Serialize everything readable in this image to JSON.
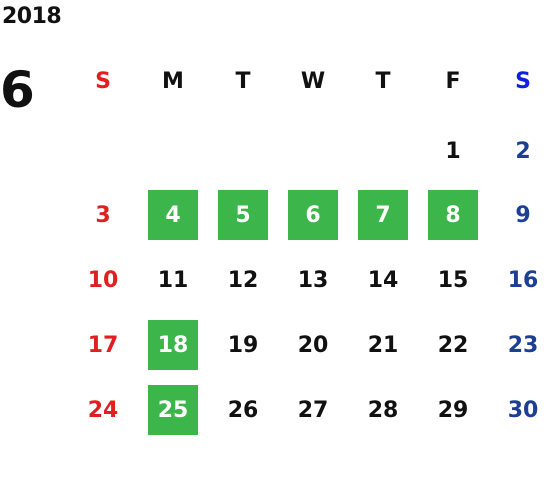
{
  "calendar": {
    "year": "2018",
    "month": "6",
    "weekdays": [
      "S",
      "M",
      "T",
      "W",
      "T",
      "F",
      "S"
    ],
    "weeks": [
      [
        "",
        "",
        "",
        "",
        "",
        "1",
        "2"
      ],
      [
        "3",
        "4",
        "5",
        "6",
        "7",
        "8",
        "9"
      ],
      [
        "10",
        "11",
        "12",
        "13",
        "14",
        "15",
        "16"
      ],
      [
        "17",
        "18",
        "19",
        "20",
        "21",
        "22",
        "23"
      ],
      [
        "24",
        "25",
        "26",
        "27",
        "28",
        "29",
        "30"
      ]
    ],
    "highlighted_days": [
      "4",
      "5",
      "6",
      "7",
      "8",
      "18",
      "25"
    ]
  },
  "colors": {
    "sunday": "#e02020",
    "saturday_header": "#1020e0",
    "saturday": "#1c3f94",
    "weekday": "#111111",
    "highlight_bg": "#3cb54a",
    "highlight_text": "#ffffff"
  }
}
